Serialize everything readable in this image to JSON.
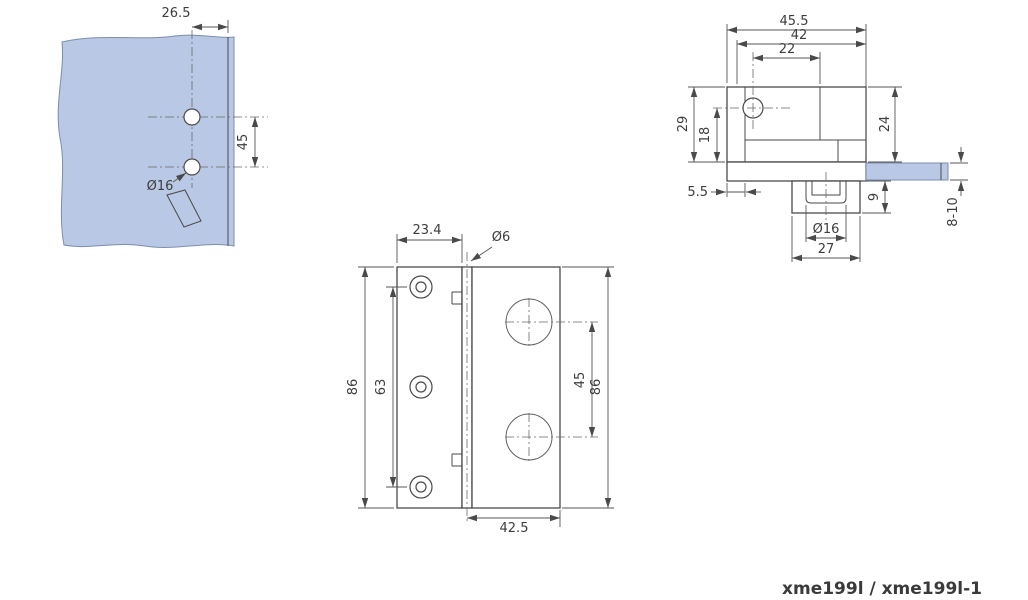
{
  "title": "xme199l / xme199l-1",
  "colors": {
    "glass": "#b9c8e4",
    "line": "#4a4a4a"
  },
  "panel_view": {
    "edge_distance": "26.5",
    "hole_spacing": "45",
    "hole_diameter": "Ø16"
  },
  "side_view": {
    "total_width": "45.5",
    "plate_width": "42",
    "hole_offset": "22",
    "total_height": "29",
    "hole_height": "18",
    "plate_depth": "24",
    "wall_thickness": "5.5",
    "clamp_depth": "9",
    "glass_thickness": "8-10",
    "clamp_hole_diameter": "Ø16",
    "clamp_width": "27"
  },
  "front_view": {
    "leaf_width": "23.4",
    "pin_diameter": "Ø6",
    "screw_hole_spacing": "63",
    "leaf_height": "86",
    "glass_hole_spacing": "45",
    "overall_height": "86",
    "glass_leaf_width": "42.5"
  }
}
